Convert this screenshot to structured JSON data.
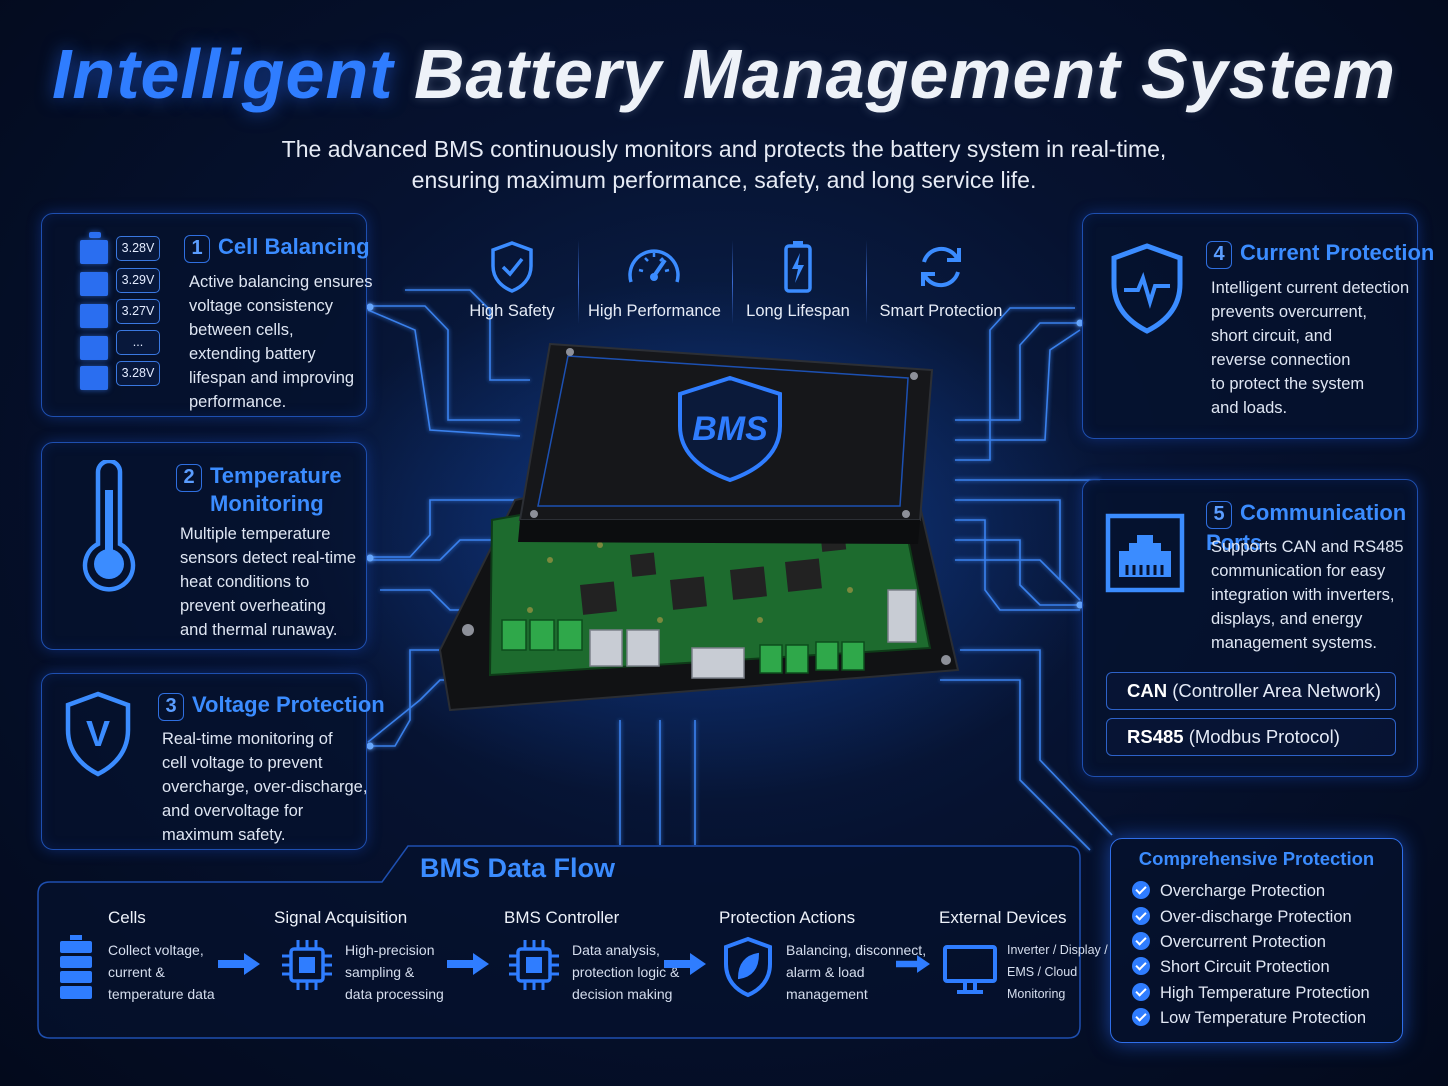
{
  "title": {
    "part1": "Intelligent",
    "part2": "Battery Management System"
  },
  "subtitle": {
    "line1": "The advanced BMS continuously monitors and protects the battery system in real-time,",
    "line2": "ensuring maximum performance, safety, and long service life."
  },
  "features": [
    {
      "label": "High Safety",
      "icon": "shield-check-icon"
    },
    {
      "label": "High Performance",
      "icon": "speedometer-icon"
    },
    {
      "label": "Long Lifespan",
      "icon": "battery-charge-icon"
    },
    {
      "label": "Smart Protection",
      "icon": "refresh-icon"
    }
  ],
  "cell_balancing": {
    "number": "1",
    "title": "Cell Balancing",
    "voltages": [
      "3.28V",
      "3.29V",
      "3.27V",
      "...",
      "3.28V"
    ],
    "lines": [
      "Active balancing ensures",
      "voltage consistency",
      "between cells,",
      "extending battery",
      "lifespan and improving",
      "performance."
    ]
  },
  "temperature": {
    "number": "2",
    "title_line1": "Temperature",
    "title_line2": "Monitoring",
    "lines": [
      "Multiple temperature",
      "sensors detect real-time",
      "heat conditions to",
      "prevent overheating",
      "and thermal runaway."
    ]
  },
  "voltage": {
    "number": "3",
    "title": "Voltage Protection",
    "icon_letter": "V",
    "lines": [
      "Real-time monitoring of",
      "cell voltage to prevent",
      "overcharge, over-discharge,",
      "and overvoltage for",
      "maximum safety."
    ]
  },
  "current": {
    "number": "4",
    "title": "Current Protection",
    "lines": [
      "Intelligent current detection",
      "prevents overcurrent,",
      "short circuit, and",
      "reverse connection",
      "to protect the system",
      "and loads."
    ]
  },
  "communication": {
    "number": "5",
    "title": "Communication Ports",
    "lines": [
      "Supports CAN and RS485",
      "communication for easy",
      "integration with inverters,",
      "displays, and energy",
      "management systems."
    ],
    "ports": [
      {
        "name": "CAN",
        "desc": "(Controller Area Network)"
      },
      {
        "name": "RS485",
        "desc": "(Modbus Protocol)"
      }
    ]
  },
  "device_label": "BMS",
  "comprehensive": {
    "title": "Comprehensive Protection",
    "items": [
      "Overcharge Protection",
      "Over-discharge Protection",
      "Overcurrent Protection",
      "Short Circuit Protection",
      "High Temperature Protection",
      "Low Temperature Protection"
    ]
  },
  "data_flow": {
    "title": "BMS Data Flow",
    "steps": [
      {
        "heading": "Cells",
        "lines": [
          "Collect voltage,",
          "current &",
          "temperature data"
        ]
      },
      {
        "heading": "Signal Acquisition",
        "lines": [
          "High-precision",
          "sampling &",
          "data processing"
        ]
      },
      {
        "heading": "BMS Controller",
        "lines": [
          "Data analysis,",
          "protection logic &",
          "decision making"
        ]
      },
      {
        "heading": "Protection Actions",
        "lines": [
          "Balancing, disconnect,",
          "alarm & load",
          "management"
        ]
      },
      {
        "heading": "External Devices",
        "lines": [
          "Inverter / Display /",
          "EMS / Cloud",
          "Monitoring"
        ]
      }
    ]
  },
  "colors": {
    "accent": "#2f7dff",
    "panel_border": "#1e4fb0",
    "background": "#061230",
    "pcb": "#1d6b2e"
  }
}
